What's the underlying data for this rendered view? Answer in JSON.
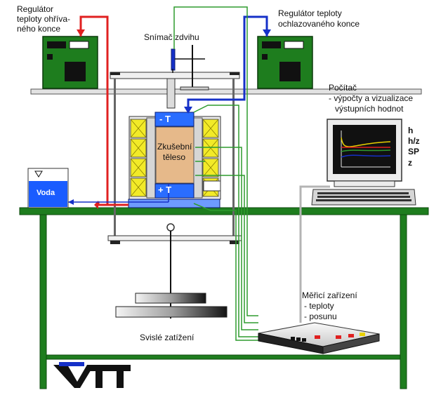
{
  "labels": {
    "regulator_hot_line1": "Regulátor",
    "regulator_hot_line2": "teploty ohříva-",
    "regulator_hot_line3": "ného konce",
    "regulator_cold_line1": "Regulátor teploty",
    "regulator_cold_line2": "ochlazovaného konce",
    "displacement_sensor": "Snímač zdvihu",
    "computer_line1": "Počítač",
    "computer_line2": "- výpočty a vizualizace",
    "computer_line3": "výstupních hodnot",
    "specimen_line1": "Zkušební",
    "specimen_line2": "těleso",
    "minus_t": "- T",
    "plus_t": "+ T",
    "water": "Voda",
    "measuring_line1": "Měřicí zařízení",
    "measuring_line2": "- teploty",
    "measuring_line3": "- posunu",
    "vertical_load": "Svislé zatížení",
    "logo": "VTT"
  },
  "output_values": [
    "h",
    "h/z",
    "SP",
    "z"
  ],
  "colors": {
    "frame_green": "#1e7d1e",
    "hot_red": "#e02020",
    "cold_blue": "#1530c8",
    "signal_green": "#2e9b2e",
    "cable_gray": "#b4b4b4",
    "insulation_yellow": "#f2ea28",
    "specimen_tan": "#e6b98a",
    "water_blue": "#1a5cff"
  },
  "icons": [
    "regulator-hot-device",
    "regulator-cold-device",
    "computer-monitor",
    "keyboard",
    "measuring-device",
    "displacement-sensor",
    "weight-plates",
    "water-container",
    "vtt-logo"
  ]
}
